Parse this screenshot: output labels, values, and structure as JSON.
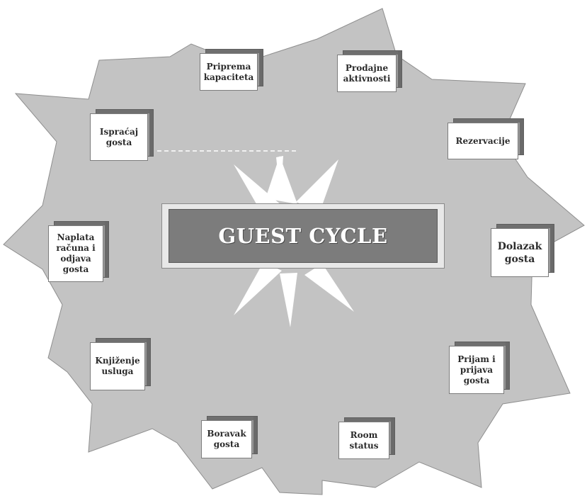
{
  "diagram": {
    "title": "GUEST CYCLE",
    "stages": [
      {
        "id": "priprema",
        "lines": [
          "Priprema",
          "kapaciteta"
        ]
      },
      {
        "id": "prodajne",
        "lines": [
          "Prodajne",
          "aktivnosti"
        ]
      },
      {
        "id": "rezervacije",
        "lines": [
          "Rezervacije"
        ]
      },
      {
        "id": "dolazak",
        "lines": [
          "Dolazak",
          "gosta"
        ]
      },
      {
        "id": "prijam",
        "lines": [
          "Prijam i",
          "prijava",
          "gosta"
        ]
      },
      {
        "id": "room",
        "lines": [
          "Room",
          "status"
        ]
      },
      {
        "id": "boravak",
        "lines": [
          "Boravak",
          "gosta"
        ]
      },
      {
        "id": "knjizenje",
        "lines": [
          "Knjiženje",
          "usluga"
        ]
      },
      {
        "id": "naplata",
        "lines": [
          "Naplata",
          "računa i",
          "odjava",
          "gosta"
        ]
      },
      {
        "id": "ispracaj",
        "lines": [
          "Ispraćaj",
          "gosta"
        ]
      }
    ]
  }
}
